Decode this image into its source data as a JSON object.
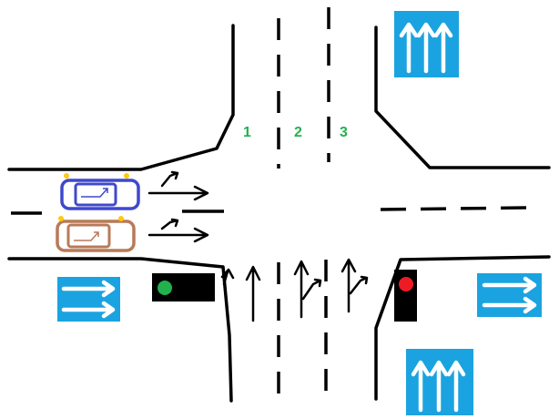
{
  "lanes": [
    {
      "label": "1"
    },
    {
      "label": "2"
    },
    {
      "label": "3"
    }
  ],
  "colors": {
    "lane_label": "#22b14c",
    "sign_bg": "#1aa3e0",
    "light_green": "#22b14c",
    "light_red": "#ed1c24",
    "car_blue": "#3f48cc",
    "car_brown": "#b97a57",
    "indicator": "#ffc90e"
  }
}
